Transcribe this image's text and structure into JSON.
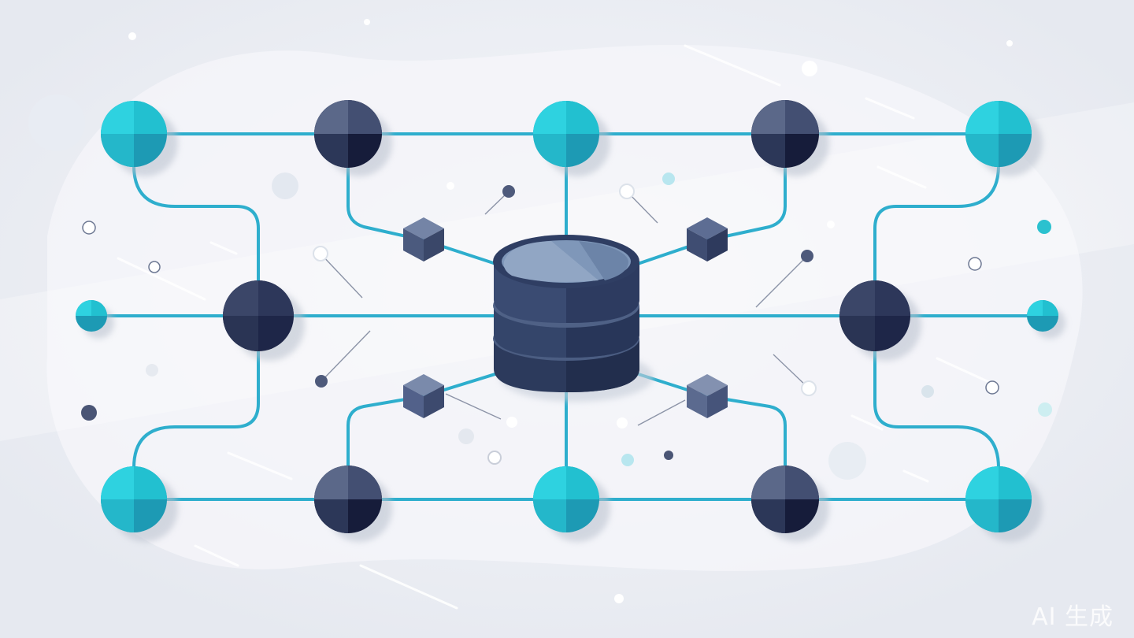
{
  "colors": {
    "background": "#e9ecf2",
    "teal": "#23c4d3",
    "teal_dark": "#1a93ad",
    "navy": "#404f72",
    "navy_dark": "#141a36",
    "line": "#2eaecd",
    "line_light": "#4ccde0",
    "database": "#2e3d5e",
    "database_top": "#7f97b9"
  },
  "diagram": {
    "central_node": "database",
    "node_types": [
      "teal-node",
      "navy-node",
      "small-cube",
      "database-cylinder"
    ]
  },
  "watermark": "AI 生成"
}
